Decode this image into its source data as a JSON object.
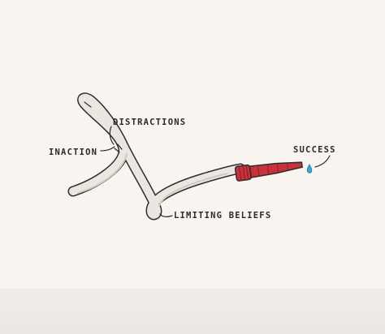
{
  "labels": {
    "distractions": "DISTRACTIONS",
    "inaction": "INACTION",
    "limiting_beliefs": "LIMITING BELIEFS",
    "success": "SUCCESS"
  },
  "colors": {
    "background": "#f8f5f0",
    "hose": "#ebe7e0",
    "outline": "#2c2c2c",
    "nozzle": "#c8323a",
    "nozzle_dark": "#8f1f26",
    "drop": "#3aa7d6"
  }
}
